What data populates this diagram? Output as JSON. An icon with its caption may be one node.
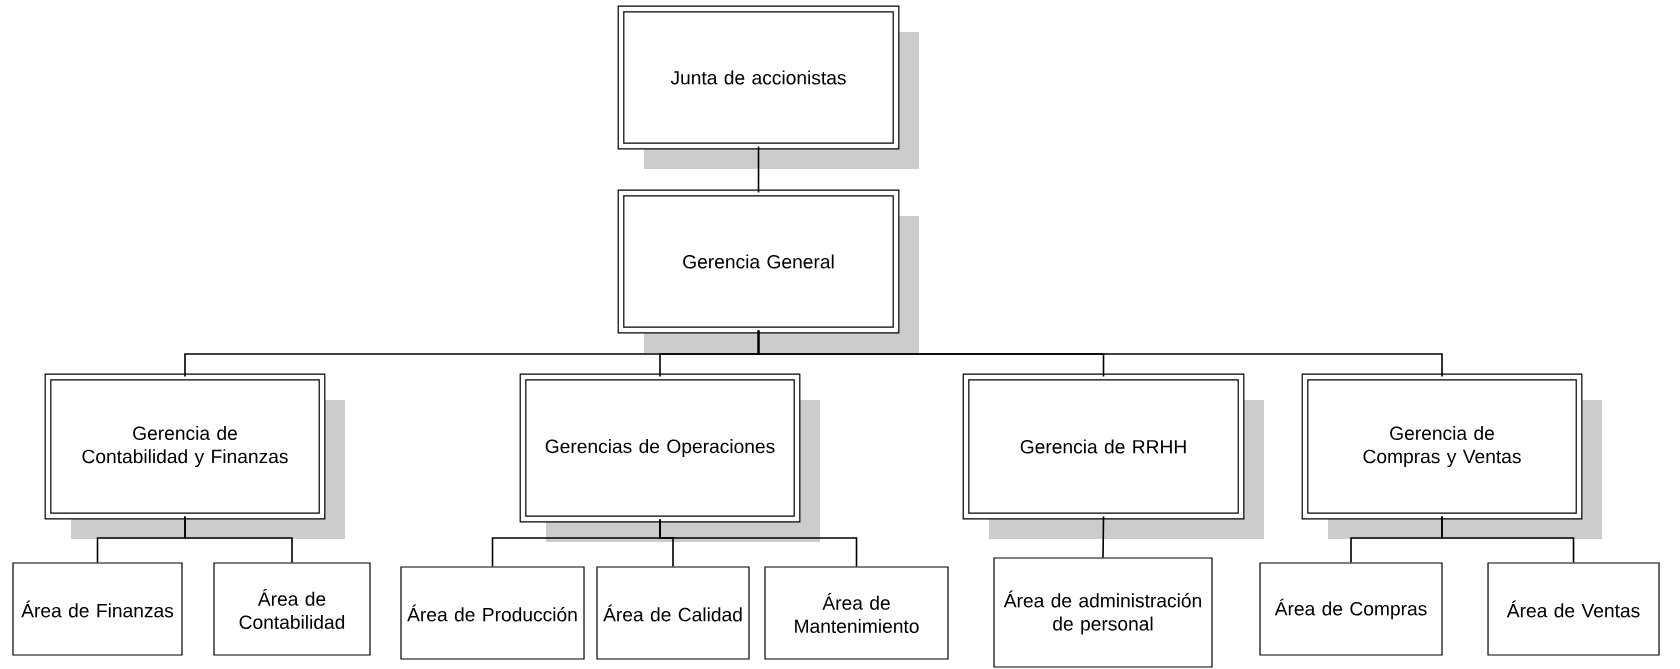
{
  "diagram": {
    "nodes": [
      {
        "text": [
          "Junta de accionistas"
        ]
      },
      {
        "text": [
          "Gerencia General"
        ]
      },
      {
        "text": [
          "Gerencia de Contabilidad y Finanzas"
        ]
      },
      {
        "text": [
          "Gerencias de Operaciones"
        ]
      },
      {
        "text": [
          "Gerencia de RRHH"
        ]
      },
      {
        "text": [
          "Gerencia de Compras y Ventas"
        ]
      },
      {
        "text": [
          "Área de Finanzas"
        ]
      },
      {
        "text": [
          "Área de Contabilidad"
        ]
      },
      {
        "text": [
          "Área de Producción"
        ]
      },
      {
        "text": [
          "Área de Calidad"
        ]
      },
      {
        "text": [
          "Área de Mantenimiento"
        ]
      },
      {
        "text": [
          "Área de administración de personal"
        ]
      },
      {
        "text": [
          "Área de Compras"
        ]
      },
      {
        "text": [
          "Área de Ventas"
        ]
      }
    ],
    "edges": [
      {
        "from": 0,
        "to": 1,
        "arrow": "none"
      },
      {
        "from": 1,
        "to": 2,
        "arrow": "none"
      },
      {
        "from": 1,
        "to": 3,
        "arrow": "none"
      },
      {
        "from": 1,
        "to": 4,
        "arrow": "none"
      },
      {
        "from": 1,
        "to": 5,
        "arrow": "none"
      },
      {
        "from": 2,
        "to": 6,
        "arrow": "none"
      },
      {
        "from": 2,
        "to": 7,
        "arrow": "none"
      },
      {
        "from": 3,
        "to": 8,
        "arrow": "none"
      },
      {
        "from": 3,
        "to": 9,
        "arrow": "none"
      },
      {
        "from": 3,
        "to": 10,
        "arrow": "none"
      },
      {
        "from": 4,
        "to": 11,
        "arrow": "none"
      },
      {
        "from": 5,
        "to": 12,
        "arrow": "none"
      },
      {
        "from": 5,
        "to": 13,
        "arrow": "none"
      }
    ]
  }
}
